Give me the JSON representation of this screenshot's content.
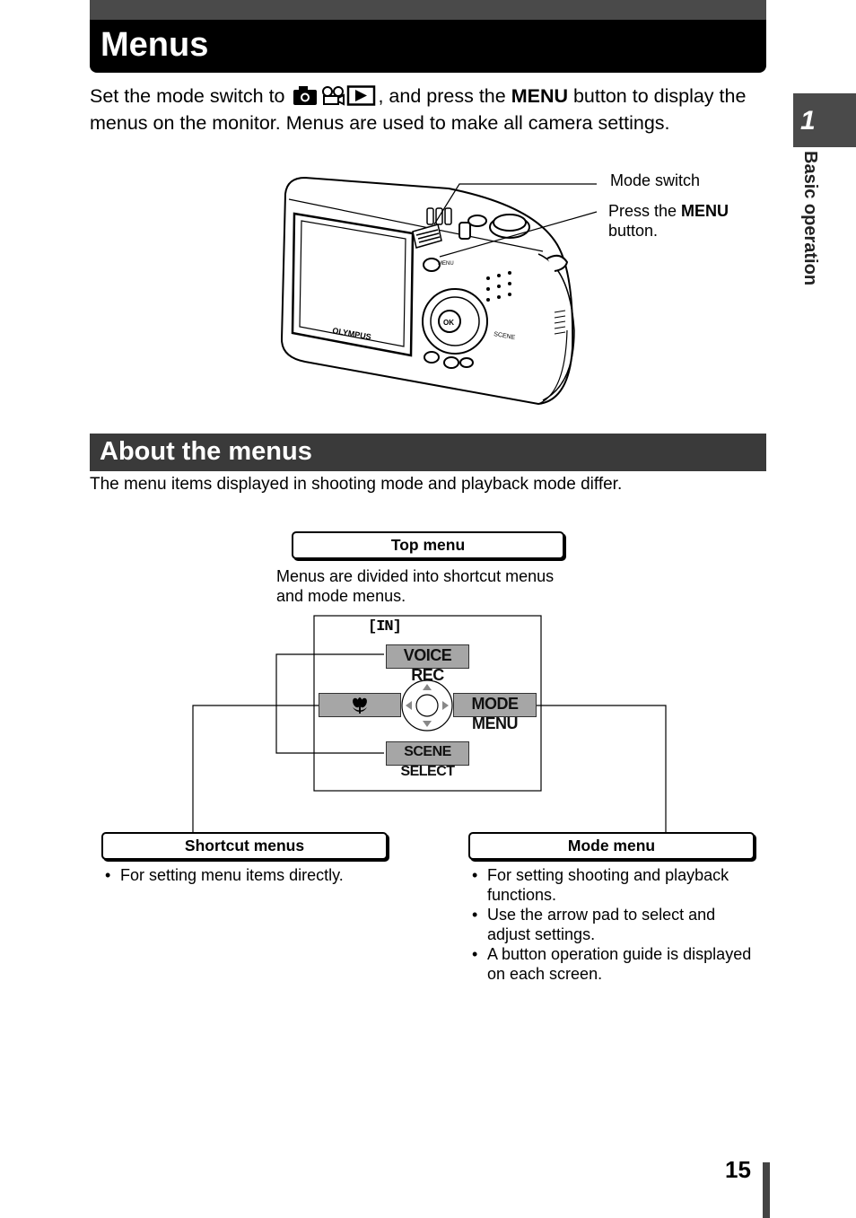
{
  "header": {
    "title": "Menus"
  },
  "intro": {
    "before_icons": "Set the mode switch to ",
    "after_icons": ", and press the ",
    "menu_word": "MENU",
    "after_menu": " button to display the menus on the monitor. Menus are used to make all camera settings."
  },
  "side_tab": {
    "number": "1",
    "label": "Basic operation"
  },
  "camera_figure": {
    "callout_mode_switch": "Mode switch",
    "callout_press_prefix": "Press the ",
    "callout_press_menu": "MENU",
    "callout_press_suffix": "button.",
    "brand": "OLYMPUS",
    "menu_label": "MENU",
    "ok_label": "OK",
    "scene_label": "SCENE"
  },
  "section": {
    "title": "About the menus",
    "text": "The menu items displayed in shooting mode and playback mode differ."
  },
  "diagram": {
    "top_menu_label": "Top menu",
    "top_menu_desc_line1": "Menus are divided into shortcut menus",
    "top_menu_desc_line2": "and mode menus.",
    "screen_memory_icon": "[IN]",
    "voice_rec": "VOICE REC",
    "mode_menu_item": "MODE MENU",
    "scene_select": "SCENE SELECT",
    "macro_icon": "macro-flower-icon",
    "shortcut_label": "Shortcut menus",
    "shortcut_bullets": [
      "For setting menu items directly."
    ],
    "mode_label": "Mode menu",
    "mode_bullets": [
      "For setting shooting and playback functions.",
      "Use the arrow pad to select and adjust settings.",
      "A button operation guide is displayed on each screen."
    ]
  },
  "footer": {
    "page_number": "15"
  }
}
